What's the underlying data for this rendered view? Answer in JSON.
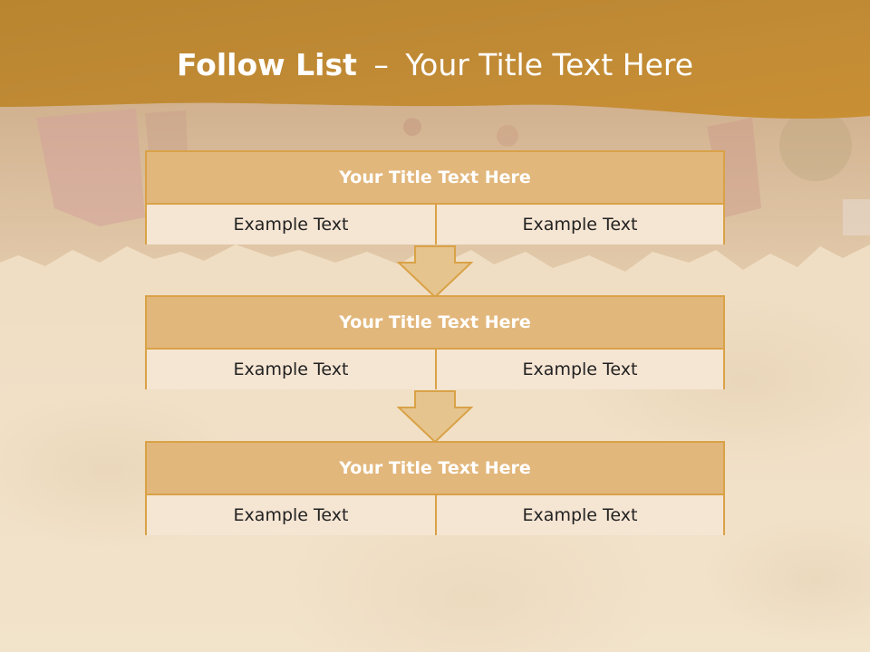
{
  "slide": {
    "title_bold": "Follow List",
    "title_separator": "–",
    "title_rest": "Your Title Text Here"
  },
  "flow": [
    {
      "header": "Your Title Text Here",
      "left": "Example Text",
      "right": "Example Text"
    },
    {
      "header": "Your Title Text Here",
      "left": "Example Text",
      "right": "Example Text"
    },
    {
      "header": "Your Title Text Here",
      "left": "Example Text",
      "right": "Example Text"
    }
  ],
  "colors": {
    "banner": "#c08a35",
    "box_border": "#d9a247",
    "box_header": "#e2b77c",
    "box_cell": "#f5e5d3",
    "arrow_fill": "#e6c48e",
    "paper": "#efdcc0"
  },
  "icons": {
    "arrow": "down-arrow-icon"
  }
}
